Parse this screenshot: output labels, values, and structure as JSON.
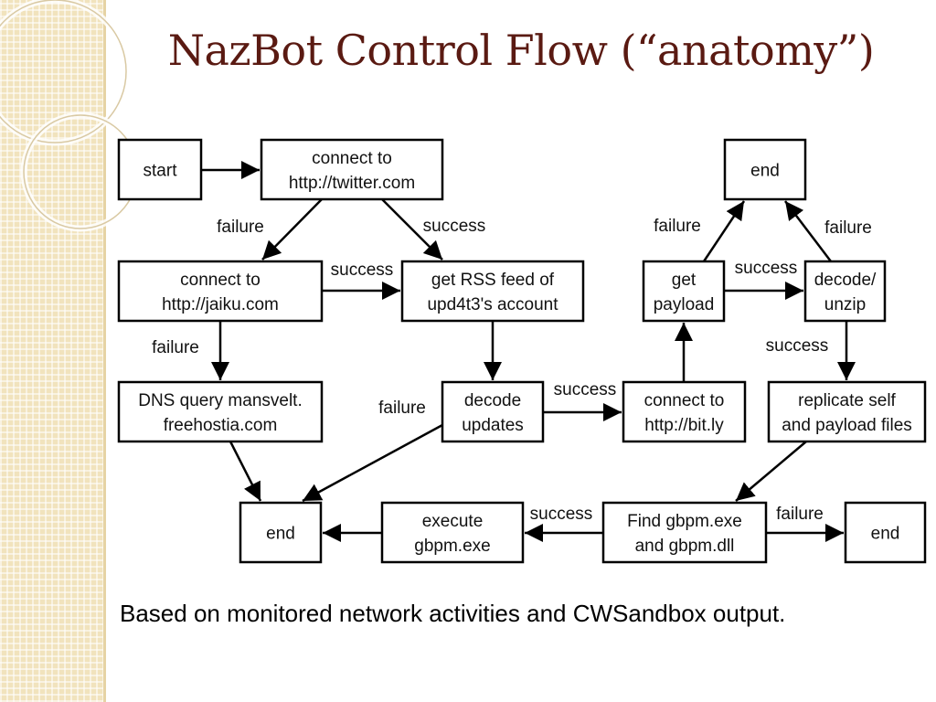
{
  "title": "NazBot Control Flow (“anatomy”)",
  "caption": "Based on monitored network activities and CWSandbox output.",
  "colors": {
    "title": "#5a1a12",
    "sidebar": "#f1e3bd",
    "stroke": "#000000"
  },
  "nodes": [
    {
      "id": "start",
      "lines": [
        "start"
      ]
    },
    {
      "id": "connect-twitter",
      "lines": [
        "connect to",
        "http://twitter.com"
      ]
    },
    {
      "id": "connect-jaiku",
      "lines": [
        "connect to",
        "http://jaiku.com"
      ]
    },
    {
      "id": "get-rss",
      "lines": [
        "get RSS feed of",
        "upd4t3's account"
      ]
    },
    {
      "id": "dns-query",
      "lines": [
        "DNS query mansvelt.",
        "freehostia.com"
      ]
    },
    {
      "id": "decode-updates",
      "lines": [
        "decode",
        "updates"
      ]
    },
    {
      "id": "connect-bitly",
      "lines": [
        "connect to",
        "http://bit.ly"
      ]
    },
    {
      "id": "get-payload",
      "lines": [
        "get",
        "payload"
      ]
    },
    {
      "id": "decode-unzip",
      "lines": [
        "decode/",
        "unzip"
      ]
    },
    {
      "id": "end-top",
      "lines": [
        "end"
      ]
    },
    {
      "id": "replicate",
      "lines": [
        "replicate self",
        "and payload files"
      ]
    },
    {
      "id": "find-gbpm",
      "lines": [
        "Find gbpm.exe",
        "and gbpm.dll"
      ]
    },
    {
      "id": "execute-gbpm",
      "lines": [
        "execute",
        "gbpm.exe"
      ]
    },
    {
      "id": "end-left",
      "lines": [
        "end"
      ]
    },
    {
      "id": "end-right",
      "lines": [
        "end"
      ]
    }
  ],
  "edges": [
    {
      "from": "start",
      "to": "connect-twitter",
      "label": ""
    },
    {
      "from": "connect-twitter",
      "to": "connect-jaiku",
      "label": "failure"
    },
    {
      "from": "connect-twitter",
      "to": "get-rss",
      "label": "success"
    },
    {
      "from": "connect-jaiku",
      "to": "get-rss",
      "label": "success"
    },
    {
      "from": "connect-jaiku",
      "to": "dns-query",
      "label": "failure"
    },
    {
      "from": "dns-query",
      "to": "end-left",
      "label": ""
    },
    {
      "from": "get-rss",
      "to": "decode-updates",
      "label": ""
    },
    {
      "from": "decode-updates",
      "to": "end-left",
      "label": "failure"
    },
    {
      "from": "decode-updates",
      "to": "connect-bitly",
      "label": "success"
    },
    {
      "from": "connect-bitly",
      "to": "get-payload",
      "label": ""
    },
    {
      "from": "get-payload",
      "to": "end-top",
      "label": "failure"
    },
    {
      "from": "get-payload",
      "to": "decode-unzip",
      "label": "success"
    },
    {
      "from": "decode-unzip",
      "to": "end-top",
      "label": "failure"
    },
    {
      "from": "decode-unzip",
      "to": "replicate",
      "label": "success"
    },
    {
      "from": "replicate",
      "to": "find-gbpm",
      "label": ""
    },
    {
      "from": "find-gbpm",
      "to": "execute-gbpm",
      "label": "success"
    },
    {
      "from": "find-gbpm",
      "to": "end-right",
      "label": "failure"
    },
    {
      "from": "execute-gbpm",
      "to": "end-left",
      "label": ""
    }
  ]
}
